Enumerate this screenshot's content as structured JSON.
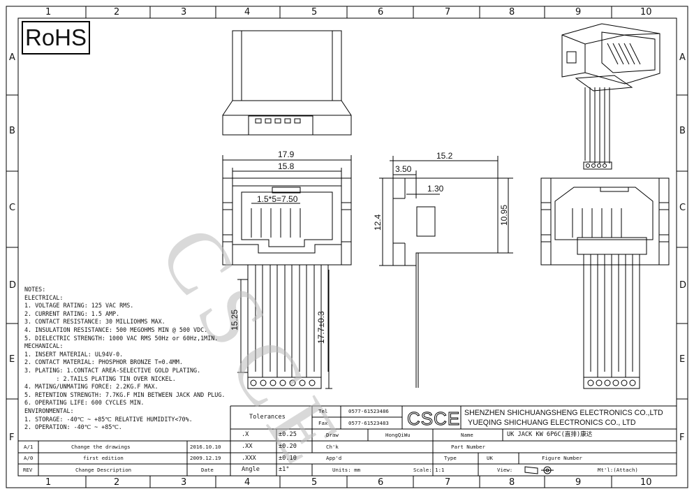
{
  "border": {
    "columns": [
      "1",
      "2",
      "3",
      "4",
      "5",
      "6",
      "7",
      "8",
      "9",
      "10"
    ],
    "rows": [
      "A",
      "B",
      "C",
      "D",
      "E",
      "F"
    ]
  },
  "rohs": "RoHS",
  "watermark": "CSCE",
  "dimensions": {
    "w_outer": "17.9",
    "w_inner": "15.8",
    "pitch": "1.5*5=7.50",
    "lead_len": "15.25",
    "lead_total": "17.7±0.3",
    "depth": "15.2",
    "d1": "3.50",
    "d2": "1.30",
    "h_left": "12.4",
    "h_right": "10.95"
  },
  "notes": [
    "NOTES:",
    "ELECTRICAL:",
    "1. VOLTAGE RATING: 125 VAC RMS.",
    "2. CURRENT RATING: 1.5 AMP.",
    "3. CONTACT RESISTANCE: 30 MILLIOHMS MAX.",
    "4. INSULATION RESISTANCE: 500 MEGOHMS MIN @ 500 VDC.",
    "5. DIELECTRIC STRENGTH: 1000 VAC RMS 50Hz or 60Hz,1MIN.",
    "MECHANICAL:",
    "1. INSERT MATERIAL: UL94V-0.",
    "2. CONTACT MATERIAL: PHOSPHOR BRONZE T=0.4MM.",
    "3. PLATING: 1.CONTACT AREA-SELECTIVE GOLD PLATING.",
    "         : 2.TAILS PLATING TIN OVER NICKEL.",
    "4. MATING/UNMATING FORCE: 2.2KG.F MAX.",
    "5. RETENTION STRENGTH: 7.7KG.F MIN BETWEEN JACK AND PLUG.",
    "6. OPERATING LIFE: 600 CYCLES MIN.",
    "ENVIRONMENTAL:",
    "1. STORAGE: -40℃ ~ +85℃ RELATIVE HUMIDITY<70%.",
    "2. OPERATION: -40℃ ~ +85℃."
  ],
  "title_block": {
    "tolerances": "Tolerances",
    "tel_label": "Tel",
    "tel": "0577-61523486",
    "fax_label": "Fax",
    "fax": "0577-61523483",
    "logo": "CSCE",
    "company1": "SHENZHEN SHICHUANGSHENG ELECTRONICS CO.,LTD",
    "company2": "YUEQING SHICHUANG ELECTRONICS CO., LTD",
    "tol_rows": [
      {
        "label": ".X",
        "value": "±0.25"
      },
      {
        "label": ".XX",
        "value": "±0.20"
      },
      {
        "label": ".XXX",
        "value": "±0.10"
      },
      {
        "label": "Angle",
        "value": "±1°"
      }
    ],
    "draw_label": "Draw",
    "draw_value": "HongQiWu",
    "name_label": "Name",
    "name_value": "UK JACK KW 6P6C(直排)康达",
    "chk_label": "Ch'k",
    "part_label": "Part Number",
    "appd_label": "App'd",
    "type_label": "Type",
    "type_value": "UK",
    "figure_label": "Figure Number",
    "units": "Units: mm",
    "scale": "Scale: 1:1",
    "view": "View:",
    "mtl": "Mt'l:(Attach)",
    "revisions": [
      {
        "rev": "A/1",
        "desc": "Change the drawings",
        "date": "2016.10.10"
      },
      {
        "rev": "A/0",
        "desc": "first edition",
        "date": "2009.12.19"
      }
    ],
    "rev_header": {
      "rev": "REV",
      "desc": "Change Description",
      "date": "Date"
    }
  }
}
